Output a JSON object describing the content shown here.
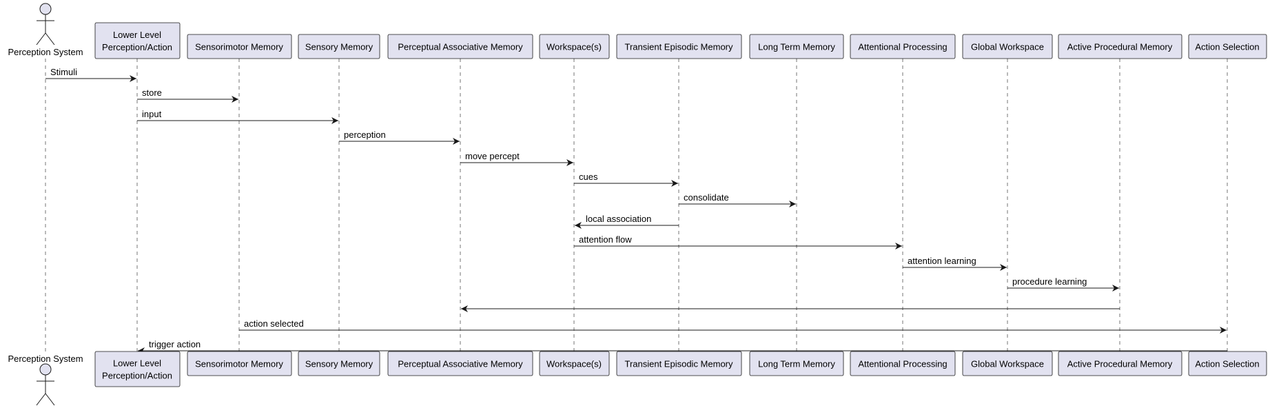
{
  "diagram_type": "sequence",
  "colors": {
    "participant_fill": "#e2e2f0",
    "participant_stroke": "#181818",
    "lifeline": "#181818",
    "arrow": "#181818",
    "background": "#ffffff"
  },
  "participants": [
    {
      "id": "ps",
      "kind": "actor",
      "lines": [
        "Perception System"
      ]
    },
    {
      "id": "llpa",
      "kind": "box",
      "lines": [
        "Lower Level",
        "Perception/Action"
      ]
    },
    {
      "id": "sm",
      "kind": "box",
      "lines": [
        "Sensorimotor Memory"
      ]
    },
    {
      "id": "sen",
      "kind": "box",
      "lines": [
        "Sensory Memory"
      ]
    },
    {
      "id": "pam",
      "kind": "box",
      "lines": [
        "Perceptual Associative Memory"
      ]
    },
    {
      "id": "ws",
      "kind": "box",
      "lines": [
        "Workspace(s)"
      ]
    },
    {
      "id": "tem",
      "kind": "box",
      "lines": [
        "Transient Episodic Memory"
      ]
    },
    {
      "id": "ltm",
      "kind": "box",
      "lines": [
        "Long Term Memory"
      ]
    },
    {
      "id": "ap",
      "kind": "box",
      "lines": [
        "Attentional Processing"
      ]
    },
    {
      "id": "gw",
      "kind": "box",
      "lines": [
        "Global Workspace"
      ]
    },
    {
      "id": "apm",
      "kind": "box",
      "lines": [
        "Active Procedural Memory"
      ]
    },
    {
      "id": "as",
      "kind": "box",
      "lines": [
        "Action Selection"
      ]
    }
  ],
  "messages": [
    {
      "from": "ps",
      "to": "llpa",
      "label": "Stimuli"
    },
    {
      "from": "llpa",
      "to": "sm",
      "label": "store"
    },
    {
      "from": "llpa",
      "to": "sen",
      "label": "input"
    },
    {
      "from": "sen",
      "to": "pam",
      "label": "perception"
    },
    {
      "from": "pam",
      "to": "ws",
      "label": "move percept"
    },
    {
      "from": "ws",
      "to": "tem",
      "label": "cues"
    },
    {
      "from": "tem",
      "to": "ltm",
      "label": "consolidate"
    },
    {
      "from": "tem",
      "to": "ws",
      "label": "local association"
    },
    {
      "from": "ws",
      "to": "ap",
      "label": "attention flow"
    },
    {
      "from": "ap",
      "to": "gw",
      "label": "attention learning"
    },
    {
      "from": "gw",
      "to": "apm",
      "label": "procedure learning"
    },
    {
      "from": "apm",
      "to": "pam",
      "label": ""
    },
    {
      "from": "sm",
      "to": "as",
      "label": "action selected"
    },
    {
      "from": "as",
      "to": "llpa",
      "label": "trigger action"
    }
  ]
}
